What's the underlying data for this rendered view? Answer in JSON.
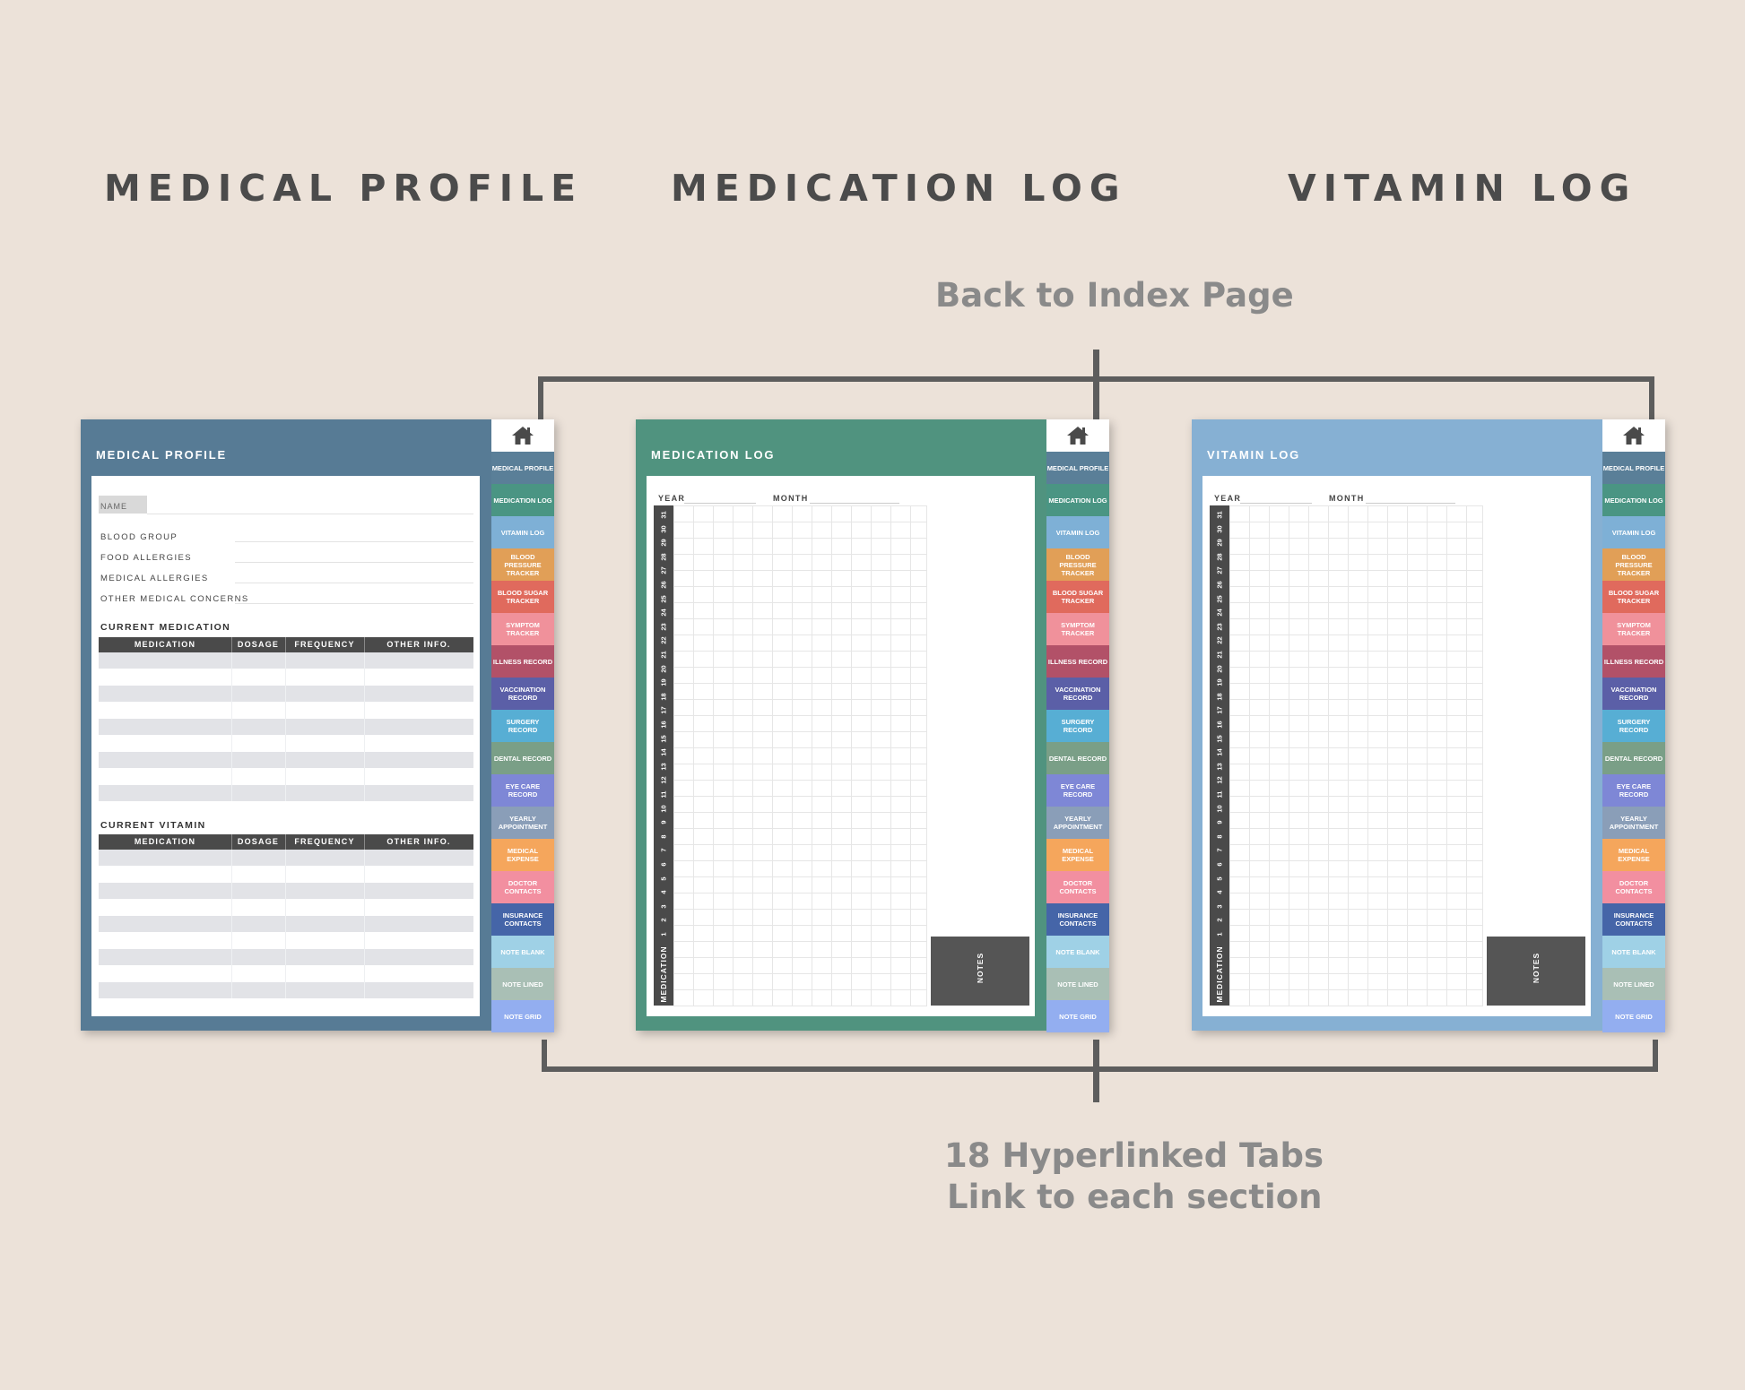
{
  "headings": {
    "medical_profile": "MEDICAL PROFILE",
    "medication_log": "MEDICATION LOG",
    "vitamin_log": "VITAMIN LOG"
  },
  "captions": {
    "back_to_index": "Back to Index Page",
    "tabs_line1": "18 Hyperlinked Tabs",
    "tabs_line2": "Link to each section"
  },
  "tabs": [
    {
      "label": "MEDICAL PROFILE",
      "color": "#5a7f98"
    },
    {
      "label": "MEDICATION LOG",
      "color": "#4a9583"
    },
    {
      "label": "VITAMIN LOG",
      "color": "#7eb0d6"
    },
    {
      "label": "BLOOD PRESSURE TRACKER",
      "color": "#e19f57"
    },
    {
      "label": "BLOOD SUGAR TRACKER",
      "color": "#e06a5d"
    },
    {
      "label": "SYMPTOM TRACKER",
      "color": "#f0919b"
    },
    {
      "label": "ILLNESS RECORD",
      "color": "#b25168"
    },
    {
      "label": "VACCINATION RECORD",
      "color": "#5b5fa7"
    },
    {
      "label": "SURGERY RECORD",
      "color": "#57aed4"
    },
    {
      "label": "DENTAL RECORD",
      "color": "#7a9f87"
    },
    {
      "label": "EYE CARE RECORD",
      "color": "#7e87d6"
    },
    {
      "label": "YEARLY APPOINTMENT",
      "color": "#8a9eb8"
    },
    {
      "label": "MEDICAL EXPENSE",
      "color": "#f5a65c"
    },
    {
      "label": "DOCTOR CONTACTS",
      "color": "#f28fa0"
    },
    {
      "label": "INSURANCE CONTACTS",
      "color": "#4565a8"
    },
    {
      "label": "NOTE BLANK",
      "color": "#9fd1e6"
    },
    {
      "label": "NOTE LINED",
      "color": "#a9bfb5"
    },
    {
      "label": "NOTE GRID",
      "color": "#93aef0"
    }
  ],
  "profile": {
    "title": "MEDICAL PROFILE",
    "color": "#577b95",
    "name_label": "NAME",
    "fields": [
      "BLOOD GROUP",
      "FOOD ALLERGIES",
      "MEDICAL ALLERGIES",
      "OTHER MEDICAL CONCERNS"
    ],
    "current_medication_title": "CURRENT MEDICATION",
    "current_vitamin_title": "CURRENT VITAMIN",
    "table_headers": [
      "MEDICATION",
      "DOSAGE",
      "FREQUENCY",
      "OTHER INFO."
    ]
  },
  "medication_log": {
    "title": "MEDICATION LOG",
    "color": "#50937f",
    "year_label": "YEAR",
    "month_label": "MONTH",
    "side_label": "MEDICATION",
    "notes_label": "NOTES"
  },
  "vitamin_log": {
    "title": "VITAMIN LOG",
    "color": "#86b0d3",
    "year_label": "YEAR",
    "month_label": "MONTH",
    "side_label": "MEDICATION",
    "notes_label": "NOTES"
  },
  "day_numbers": [
    "1",
    "2",
    "3",
    "4",
    "5",
    "6",
    "7",
    "8",
    "9",
    "10",
    "11",
    "12",
    "13",
    "14",
    "15",
    "16",
    "17",
    "18",
    "19",
    "20",
    "21",
    "22",
    "23",
    "24",
    "25",
    "26",
    "27",
    "28",
    "29",
    "30",
    "31"
  ]
}
